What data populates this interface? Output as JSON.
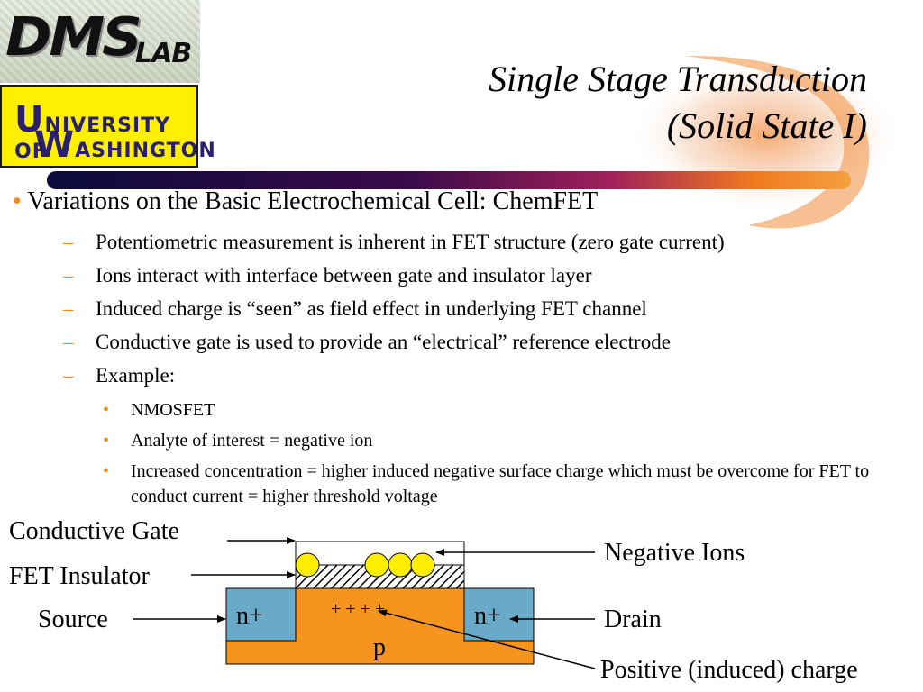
{
  "logos": {
    "dms": {
      "word": "DMS",
      "lab": "LAB"
    },
    "uw": {
      "line1_cap": "U",
      "line1_rest": "NIVERSITY OF",
      "line2_cap": "W",
      "line2_rest": "ASHINGTON"
    }
  },
  "title": {
    "line1": "Single Stage Transduction",
    "line2": "(Solid State I)"
  },
  "bullets": {
    "main": "Variations on the Basic Electrochemical Cell:  ChemFET",
    "sub": [
      "Potentiometric measurement is inherent in FET structure (zero gate current)",
      "Ions interact with interface between gate and insulator layer",
      "Induced charge is “seen” as field effect in underlying FET channel",
      "Conductive gate is used to provide an “electrical” reference electrode",
      "Example:"
    ],
    "subsub": [
      "NMOSFET",
      "Analyte of interest = negative ion",
      "Increased concentration = higher induced negative surface charge which  must be overcome for FET to conduct current = higher threshold voltage"
    ],
    "bullet_symbol": "•",
    "dash_symbol": "–"
  },
  "diagram": {
    "labels": {
      "conductive_gate": "Conductive Gate",
      "fet_insulator": "FET Insulator",
      "source": "Source",
      "negative_ions": "Negative Ions",
      "drain": "Drain",
      "positive_charge": "Positive (induced) charge"
    },
    "regions": {
      "n_left": "n+",
      "n_right": "n+",
      "p": "p",
      "plus": "+ + + +"
    },
    "colors": {
      "substrate": "#f7941e",
      "n_region": "#68aac7",
      "ion": "#ffee00"
    }
  }
}
